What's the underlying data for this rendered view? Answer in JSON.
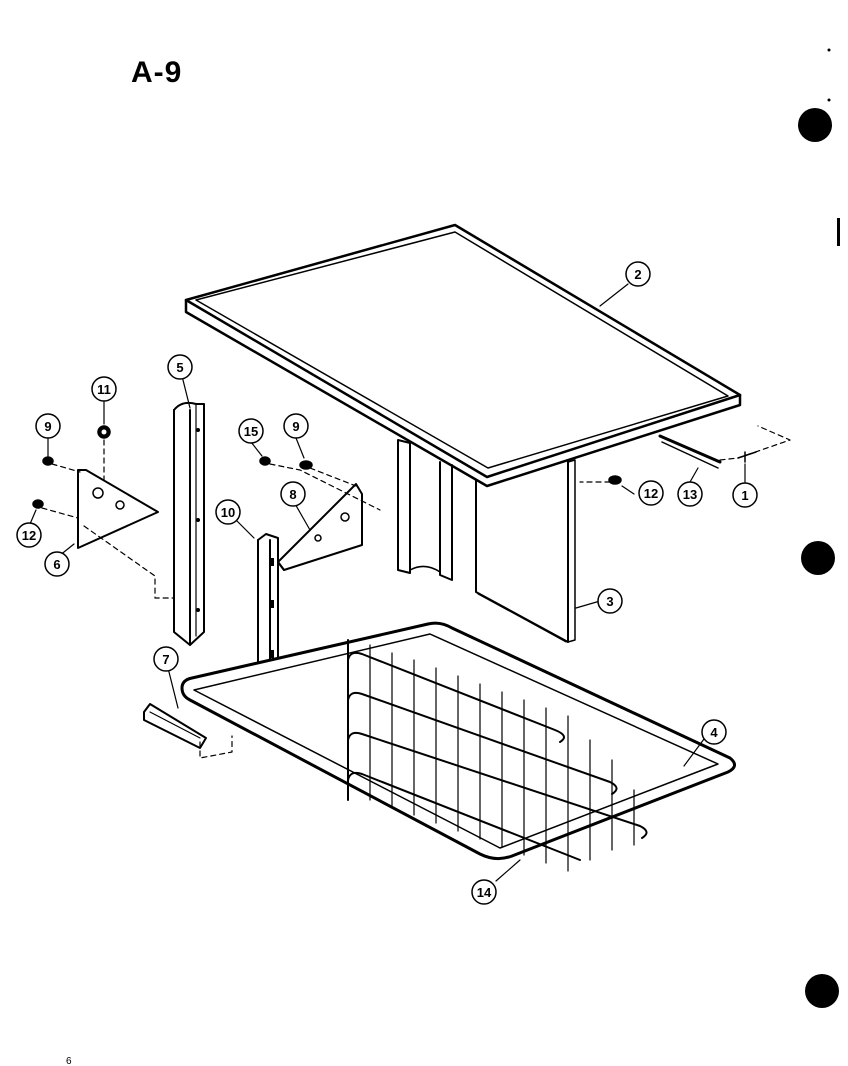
{
  "page": {
    "title": "A-9",
    "corner_mark": "6"
  },
  "colors": {
    "ink": "#000000",
    "paper": "#ffffff"
  },
  "diagram": {
    "type": "exploded-parts-view",
    "callouts": [
      {
        "id": "callout-1",
        "label": "1"
      },
      {
        "id": "callout-2",
        "label": "2"
      },
      {
        "id": "callout-3",
        "label": "3"
      },
      {
        "id": "callout-4",
        "label": "4"
      },
      {
        "id": "callout-5",
        "label": "5"
      },
      {
        "id": "callout-6",
        "label": "6"
      },
      {
        "id": "callout-7",
        "label": "7"
      },
      {
        "id": "callout-8",
        "label": "8"
      },
      {
        "id": "callout-9a",
        "label": "9"
      },
      {
        "id": "callout-9b",
        "label": "9"
      },
      {
        "id": "callout-10",
        "label": "10"
      },
      {
        "id": "callout-11",
        "label": "11"
      },
      {
        "id": "callout-12a",
        "label": "12"
      },
      {
        "id": "callout-12b",
        "label": "12"
      },
      {
        "id": "callout-13",
        "label": "13"
      },
      {
        "id": "callout-14",
        "label": "14"
      },
      {
        "id": "callout-15",
        "label": "15"
      }
    ]
  }
}
